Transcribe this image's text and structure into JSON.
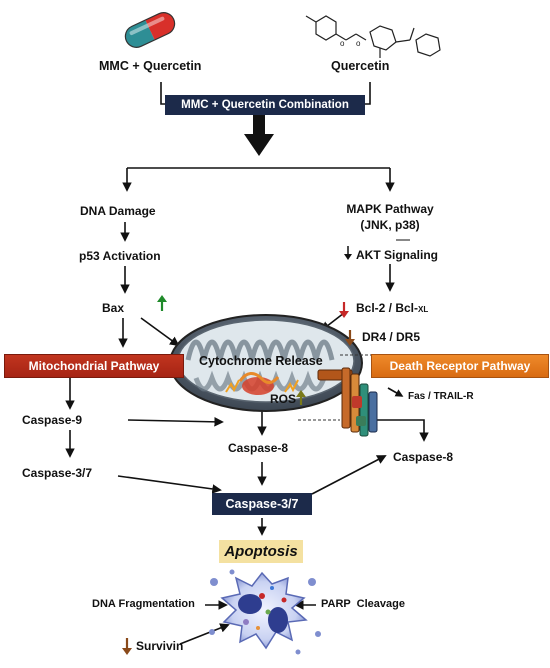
{
  "drugs": {
    "left_label": "MMC + Quercetin",
    "right_label": "Quercetin",
    "combination": "MMC + Quercetin Combination"
  },
  "left_branch": {
    "dna_damage": "DNA Damage",
    "p53": "p53 Activation",
    "bax": "Bax",
    "caspase9": "Caspase-9",
    "caspase37": "Caspase-3/7"
  },
  "right_branch": {
    "mapk_line1": "MAPK Pathway",
    "mapk_line2": "(JNK, p38)",
    "akt": "AKT Signaling",
    "bcl2": "Bcl-2 / Bcl-",
    "bcl2_sub": "XL",
    "dr45": "DR4 / DR5",
    "fas": "Fas / TRAIL-R",
    "caspase8_right": "Caspase-8"
  },
  "pathways": {
    "mito": "Mitochondrial Pathway",
    "death": "Death Receptor Pathway"
  },
  "mitochondrion": {
    "cyto": "Cytochrome Release",
    "ros": "ROS"
  },
  "center": {
    "caspase8": "Caspase-8",
    "caspase37": "Caspase-3/7",
    "apoptosis": "Apoptosis"
  },
  "outcomes": {
    "dna_frag": "DNA Fragmentation",
    "parp": "PARP  Cleavage",
    "survivin": "Survivin"
  },
  "colors": {
    "up_arrow": "#1f8a2a",
    "down_arrow_red": "#c62828",
    "down_arrow_brown": "#8a4a1a",
    "navy": "#1c2a4a",
    "mito_red": "#b32d18",
    "death_orange": "#e57c1f",
    "apoptosis_yellow": "#f4e1a1"
  },
  "icons": [
    "capsule-icon",
    "quercetin-structure-icon",
    "mitochondrion-icon",
    "receptor-icon",
    "apoptotic-cell-icon"
  ]
}
